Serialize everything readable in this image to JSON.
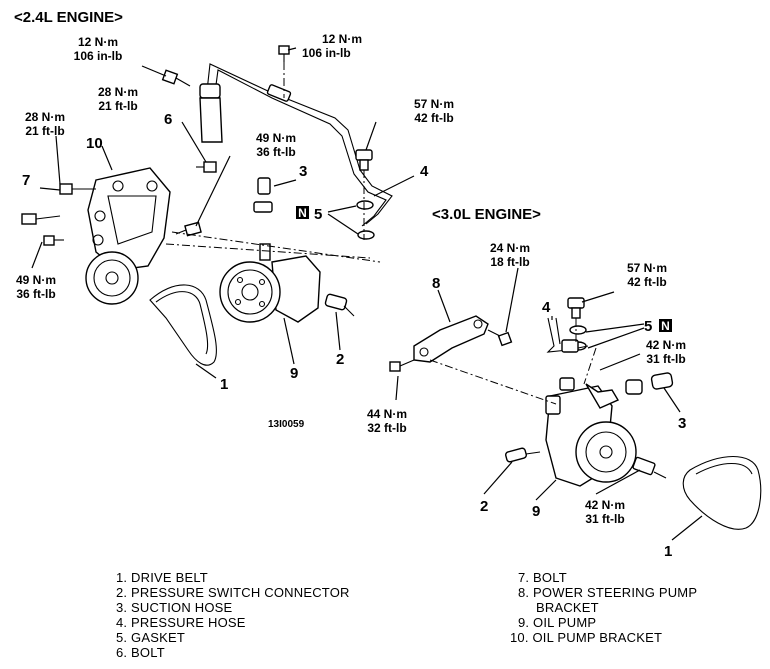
{
  "headers": {
    "engine_24": "<2.4L ENGINE>",
    "engine_30": "<3.0L ENGINE>"
  },
  "torque_24": {
    "t1": [
      "12 N·m",
      "106 in-lb"
    ],
    "t2": [
      "12 N·m",
      "106 in-lb"
    ],
    "t3": [
      "28 N·m",
      "21 ft-lb"
    ],
    "t4": [
      "28 N·m",
      "21 ft-lb"
    ],
    "t5": [
      "57 N·m",
      "42 ft-lb"
    ],
    "t6": [
      "49 N·m",
      "36 ft-lb"
    ],
    "t7": [
      "49 N·m",
      "36 ft-lb"
    ]
  },
  "torque_30": {
    "t1": [
      "24 N·m",
      "18 ft-lb"
    ],
    "t2": [
      "57 N·m",
      "42 ft-lb"
    ],
    "t3": [
      "42 N·m",
      "31 ft-lb"
    ],
    "t4": [
      "44 N·m",
      "32 ft-lb"
    ],
    "t5": [
      "42 N·m",
      "31 ft-lb"
    ]
  },
  "callouts_24": {
    "c10": "10",
    "c6": "6",
    "c7": "7",
    "c3": "3",
    "c4": "4",
    "c5": "5",
    "c1": "1",
    "c9": "9",
    "c2": "2"
  },
  "callouts_30": {
    "c8": "8",
    "c4": "4",
    "c5": "5",
    "c3": "3",
    "c2": "2",
    "c9": "9",
    "c1": "1"
  },
  "n_mark": "N",
  "figure_ref": "13I0059",
  "legend": {
    "left": [
      "1. DRIVE BELT",
      "2. PRESSURE SWITCH CONNECTOR",
      "3. SUCTION HOSE",
      "4. PRESSURE HOSE",
      "5. GASKET",
      "6. BOLT"
    ],
    "right": [
      "7. BOLT",
      "8. POWER STEERING PUMP",
      "BRACKET",
      "9. OIL PUMP",
      "10. OIL PUMP BRACKET"
    ]
  }
}
